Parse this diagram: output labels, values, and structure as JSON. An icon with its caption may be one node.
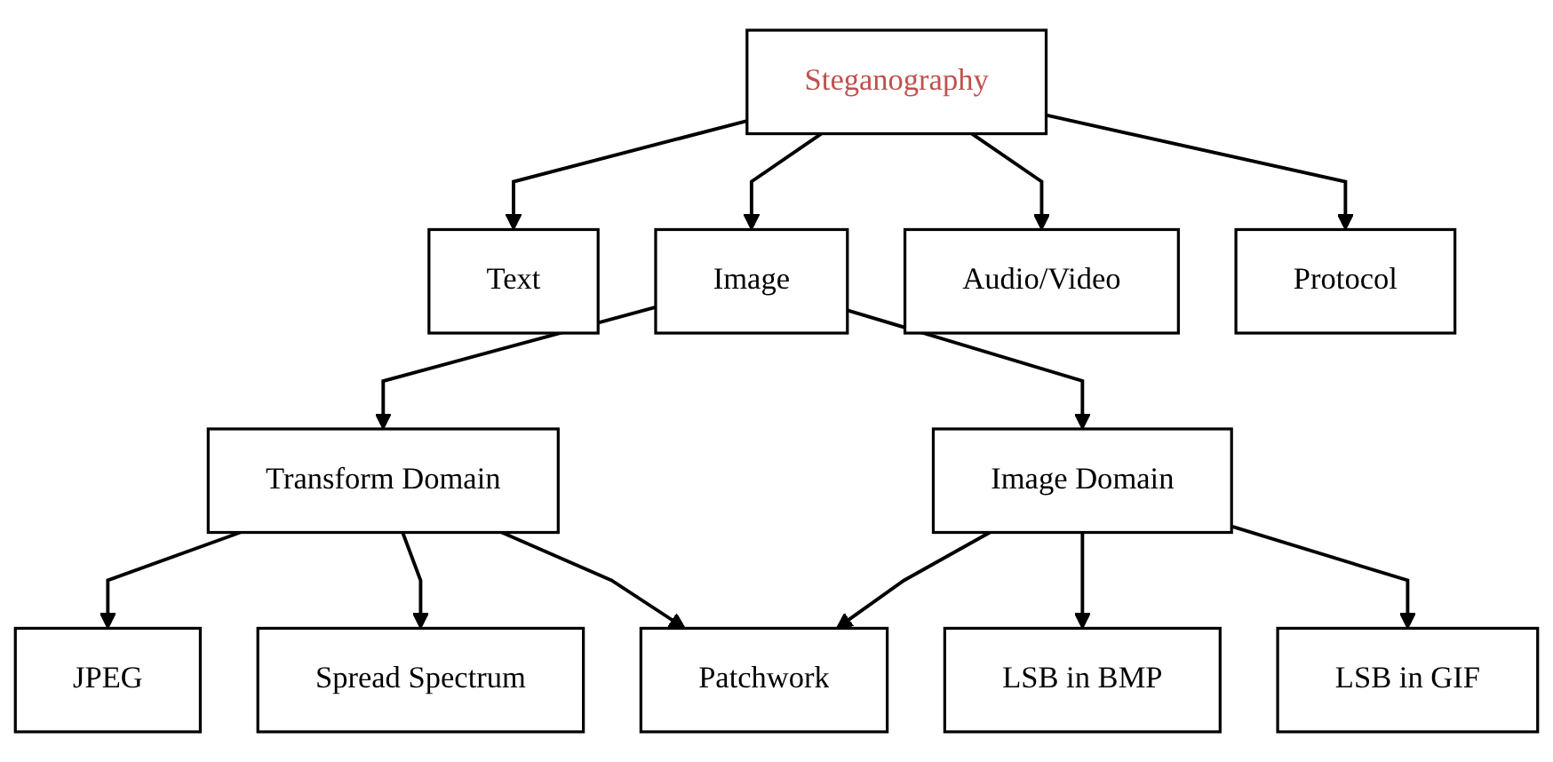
{
  "diagram": {
    "nodes": [
      {
        "text": [
          "Steganography"
        ]
      },
      {
        "text": [
          "Text"
        ]
      },
      {
        "text": [
          "Image"
        ]
      },
      {
        "text": [
          "Audio/Video"
        ]
      },
      {
        "text": [
          "Protocol"
        ]
      },
      {
        "text": [
          "Transform Domain"
        ]
      },
      {
        "text": [
          "Image Domain"
        ]
      },
      {
        "text": [
          "JPEG"
        ]
      },
      {
        "text": [
          "Patchwork"
        ]
      },
      {
        "text": [
          "Spread Spectrum"
        ]
      },
      {
        "text": [
          "LSB in BMP"
        ]
      },
      {
        "text": [
          "LSB in GIF"
        ]
      }
    ],
    "edges": [
      {
        "from": 0,
        "to": 1,
        "arrow": "to"
      },
      {
        "from": 0,
        "to": 2,
        "arrow": "to"
      },
      {
        "from": 0,
        "to": 3,
        "arrow": "to"
      },
      {
        "from": 0,
        "to": 4,
        "arrow": "to"
      },
      {
        "from": 2,
        "to": 5,
        "arrow": "to"
      },
      {
        "from": 2,
        "to": 6,
        "arrow": "to"
      },
      {
        "from": 5,
        "to": 7,
        "arrow": "to"
      },
      {
        "from": 5,
        "to": 9,
        "arrow": "to"
      },
      {
        "from": 5,
        "to": 8,
        "arrow": "to"
      },
      {
        "from": 6,
        "to": 8,
        "arrow": "to"
      },
      {
        "from": 6,
        "to": 10,
        "arrow": "to"
      },
      {
        "from": 6,
        "to": 11,
        "arrow": "to"
      }
    ]
  }
}
